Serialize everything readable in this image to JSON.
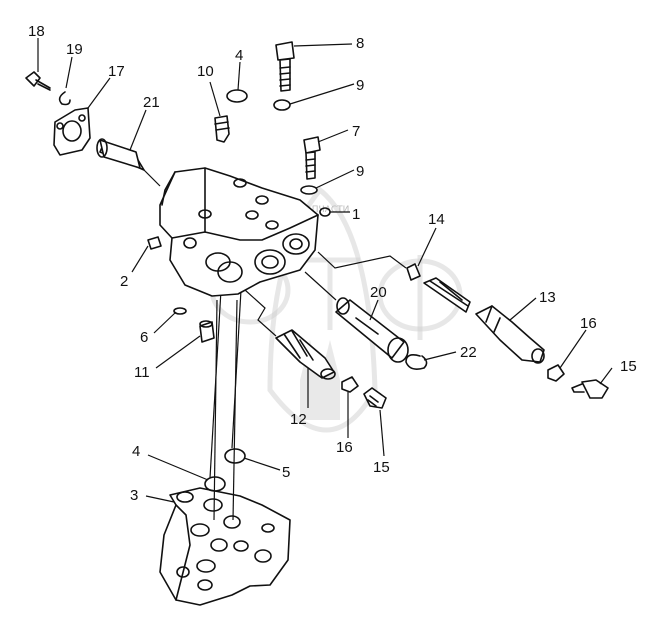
{
  "watermark": {
    "text": "ТЕХНИКА И ЗАПЧАСТИ"
  },
  "callouts": [
    {
      "id": "c18",
      "text": "18"
    },
    {
      "id": "c19",
      "text": "19"
    },
    {
      "id": "c17",
      "text": "17"
    },
    {
      "id": "c21",
      "text": "21"
    },
    {
      "id": "c10",
      "text": "10"
    },
    {
      "id": "c4a",
      "text": "4"
    },
    {
      "id": "c8",
      "text": "8"
    },
    {
      "id": "c9a",
      "text": "9"
    },
    {
      "id": "c7",
      "text": "7"
    },
    {
      "id": "c9b",
      "text": "9"
    },
    {
      "id": "c1",
      "text": "1"
    },
    {
      "id": "c14",
      "text": "14"
    },
    {
      "id": "c2",
      "text": "2"
    },
    {
      "id": "c20",
      "text": "20"
    },
    {
      "id": "c13",
      "text": "13"
    },
    {
      "id": "c6",
      "text": "6"
    },
    {
      "id": "c16a",
      "text": "16"
    },
    {
      "id": "c11",
      "text": "11"
    },
    {
      "id": "c22",
      "text": "22"
    },
    {
      "id": "c15a",
      "text": "15"
    },
    {
      "id": "c12",
      "text": "12"
    },
    {
      "id": "c16b",
      "text": "16"
    },
    {
      "id": "c15b",
      "text": "15"
    },
    {
      "id": "c4b",
      "text": "4"
    },
    {
      "id": "c5",
      "text": "5"
    },
    {
      "id": "c3",
      "text": "3"
    }
  ]
}
